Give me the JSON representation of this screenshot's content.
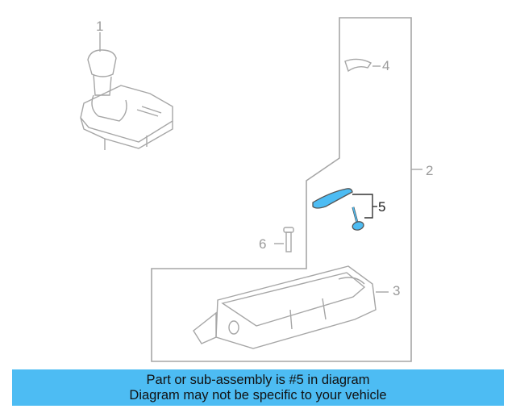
{
  "callouts": {
    "c1": "1",
    "c2": "2",
    "c3": "3",
    "c4": "4",
    "c5": "5",
    "c6": "6"
  },
  "highlight_color": "#4dbcf3",
  "line_color": "#a6a6a6",
  "banner": {
    "line1": "Part or sub-assembly is #5 in diagram",
    "line2": "Diagram may not be specific to your vehicle"
  }
}
